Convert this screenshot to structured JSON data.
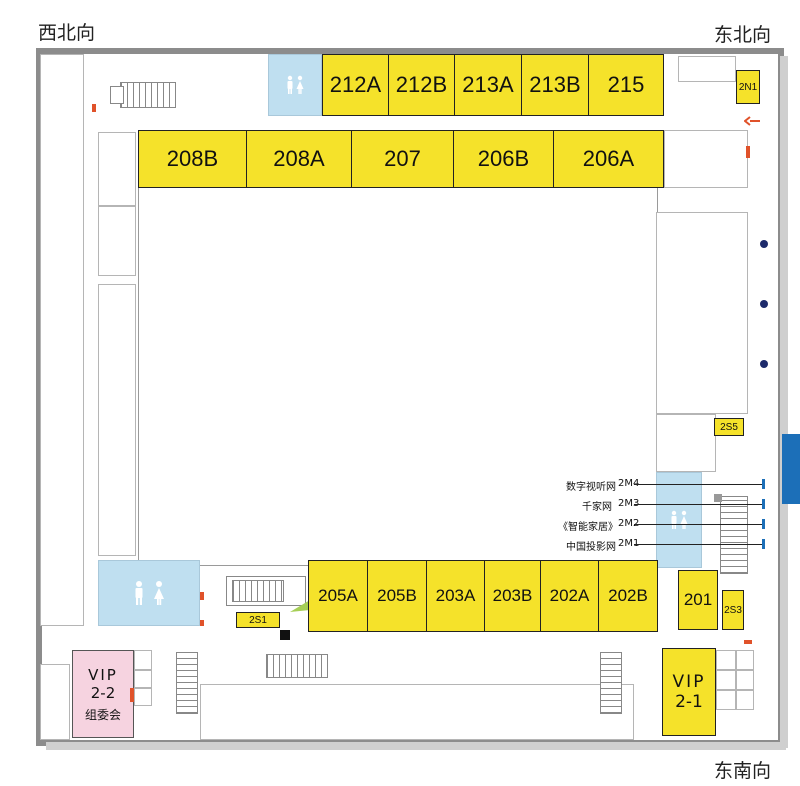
{
  "compass": {
    "northwest": "西北向",
    "northeast": "东北向",
    "southeast": "东南向"
  },
  "rooms_top": [
    "212A",
    "212B",
    "213A",
    "213B",
    "215"
  ],
  "rooms_middle": [
    "208B",
    "208A",
    "207",
    "206B",
    "206A"
  ],
  "rooms_bottom": [
    "205A",
    "205B",
    "203A",
    "203B",
    "202A",
    "202B"
  ],
  "room_201": "201",
  "small_labels": {
    "n1": "2N1",
    "s5": "2S5",
    "s1": "2S1",
    "s3": "2S3"
  },
  "media_booths": [
    {
      "name": "数字视听网",
      "code": "2M4"
    },
    {
      "name": "千家网",
      "code": "2M3"
    },
    {
      "name": "《智能家居》",
      "code": "2M2"
    },
    {
      "name": "中国投影网",
      "code": "2M1"
    }
  ],
  "vip_rooms": {
    "vip22": {
      "line1": "VIP",
      "line2": "2-2",
      "line3": "组委会"
    },
    "vip21": {
      "line1": "VIP",
      "line2": "2-1"
    }
  },
  "colors": {
    "booth_yellow": "#f5e22a",
    "restroom_blue": "#bfdff0",
    "vip_pink": "#f6d3e0",
    "marker_blue": "#1c6fb8",
    "exit_red": "#e0522a",
    "dot_navy": "#1d2a6b"
  },
  "icons": [
    "restroom-icon",
    "stairs-icon",
    "escalator-icon",
    "exit-arrow-icon"
  ]
}
